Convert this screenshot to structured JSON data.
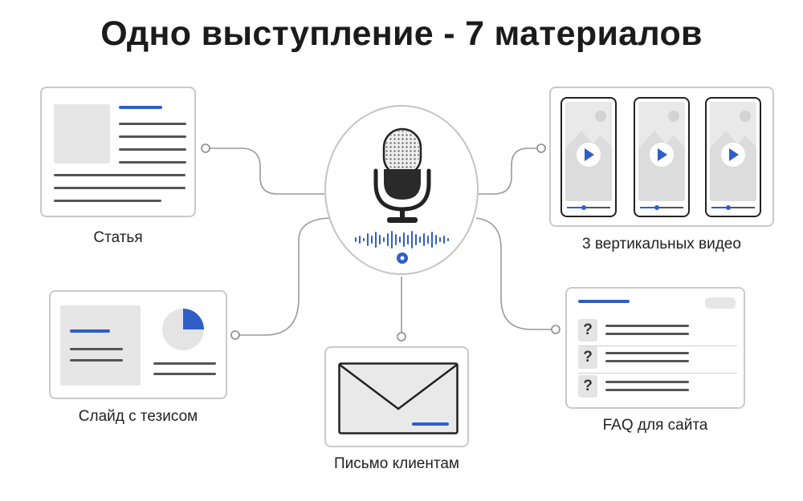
{
  "title": "Одно выступление - 7 материалов",
  "hub": {
    "icon": "microphone-icon",
    "accent": "#2f5ec7"
  },
  "outputs": {
    "article": {
      "label": "Статья",
      "icon": "article-icon"
    },
    "slide": {
      "label": "Слайд с тезисом",
      "icon": "slide-icon"
    },
    "email": {
      "label": "Письмо клиентам",
      "icon": "envelope-icon"
    },
    "videos": {
      "label": "3 вертикальных видео",
      "icon": "vertical-video-icon"
    },
    "faq": {
      "label": "FAQ для сайта",
      "icon": "faq-icon",
      "marks": [
        "?",
        "?",
        "?"
      ]
    }
  },
  "colors": {
    "accent": "#2f5ec7",
    "border": "#c9c9c9",
    "connector": "#9a9a9a"
  }
}
